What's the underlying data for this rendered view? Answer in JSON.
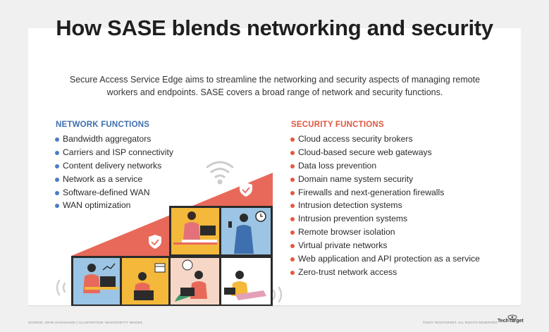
{
  "title": "How SASE blends networking and security",
  "subtitle": "Secure Access Service Edge aims to streamline the networking and security aspects of managing remote workers and endpoints. SASE covers a broad range of network and security functions.",
  "network": {
    "heading": "NETWORK FUNCTIONS",
    "items": [
      "Bandwidth aggregators",
      "Carriers and ISP connectivity",
      "Content delivery networks",
      "Network as a service",
      "Software-defined WAN",
      "WAN optimization"
    ]
  },
  "security": {
    "heading": "SECURITY FUNCTIONS",
    "items": [
      "Cloud access security brokers",
      "Cloud-based secure web gateways",
      "Data loss prevention",
      "Domain name system security",
      "Firewalls and next-generation firewalls",
      "Intrusion detection systems",
      "Intrusion prevention systems",
      "Remote browser isolation",
      "Virtual private networks",
      "Web application and API protection as a service",
      "Zero-trust network access"
    ]
  },
  "footer": {
    "source": "SOURCE: JOHN GAVANAUGH | ILLUSTRATION: MIAKO/GETTY IMAGES",
    "copyright": "©2023 TECHTARGET. ALL RIGHTS RESERVED",
    "logo": "TechTarget"
  },
  "colors": {
    "network_accent": "#3e6fae",
    "security_accent": "#e0573f",
    "triangle": "#e8695a"
  },
  "icons": [
    "shield-icon",
    "wifi-icon",
    "clock-icon",
    "chart-icon",
    "calendar-icon",
    "techtarget-eye-icon"
  ]
}
